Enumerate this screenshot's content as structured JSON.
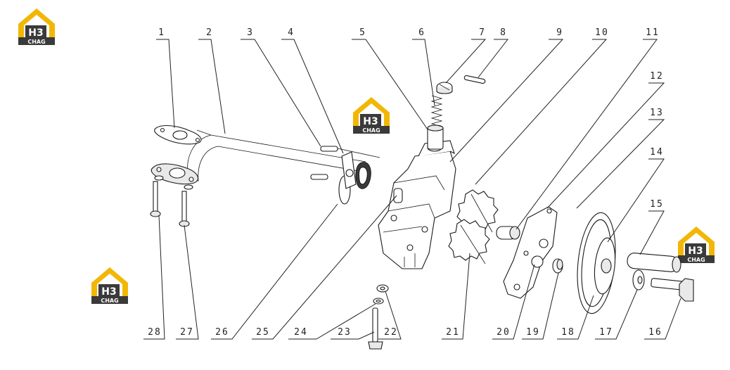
{
  "watermark": {
    "brand_top": "H3",
    "brand_bottom": "CHAG",
    "colors": {
      "roof": "#f2b705",
      "dark": "#3a3a3a",
      "letters": "#ffffff"
    }
  },
  "callouts": [
    "1",
    "2",
    "3",
    "4",
    "5",
    "6",
    "7",
    "8",
    "9",
    "10",
    "11",
    "12",
    "13",
    "14",
    "15",
    "16",
    "17",
    "18",
    "19",
    "20",
    "21",
    "22",
    "23",
    "24",
    "25",
    "26",
    "27",
    "28"
  ]
}
